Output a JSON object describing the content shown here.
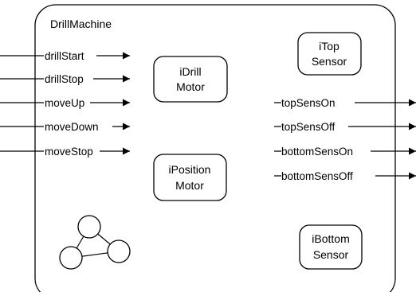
{
  "diagram": {
    "title": "DrillMachine",
    "parts": [
      {
        "id": "idrill",
        "lines": [
          "iDrill",
          "Motor"
        ]
      },
      {
        "id": "iposition",
        "lines": [
          "iPosition",
          "Motor"
        ]
      },
      {
        "id": "itop",
        "lines": [
          "iTop",
          "Sensor"
        ]
      },
      {
        "id": "ibottom",
        "lines": [
          "iBottom",
          "Sensor"
        ]
      }
    ],
    "input_ports": [
      "drillStart",
      "drillStop",
      "moveUp",
      "moveDown",
      "moveStop"
    ],
    "output_ports": [
      "topSensOn",
      "topSensOff",
      "bottomSensOn",
      "bottomSensOff"
    ]
  }
}
